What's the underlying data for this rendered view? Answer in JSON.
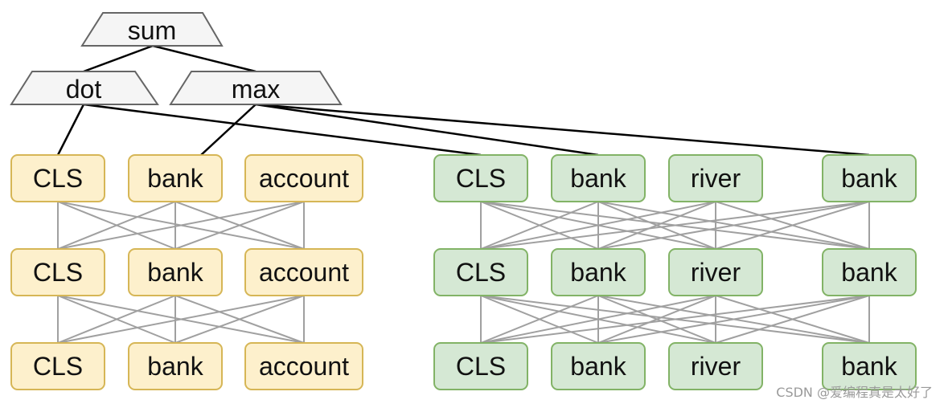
{
  "colors": {
    "query_fill": "#fdf0cc",
    "query_stroke": "#d6b656",
    "doc_fill": "#d5e8d4",
    "doc_stroke": "#82b366",
    "op_fill": "#f5f5f5",
    "op_stroke": "#666666",
    "edge_mesh": "#a0a0a0",
    "edge_op": "#000000"
  },
  "operators": {
    "sum": "sum",
    "dot": "dot",
    "max": "max"
  },
  "query": {
    "layers": [
      [
        "CLS",
        "bank",
        "account"
      ],
      [
        "CLS",
        "bank",
        "account"
      ],
      [
        "CLS",
        "bank",
        "account"
      ]
    ]
  },
  "document": {
    "layers": [
      [
        "CLS",
        "bank",
        "river",
        "bank"
      ],
      [
        "CLS",
        "bank",
        "river",
        "bank"
      ],
      [
        "CLS",
        "bank",
        "river",
        "bank"
      ]
    ]
  },
  "watermark": "CSDN @爱编程真是太好了"
}
